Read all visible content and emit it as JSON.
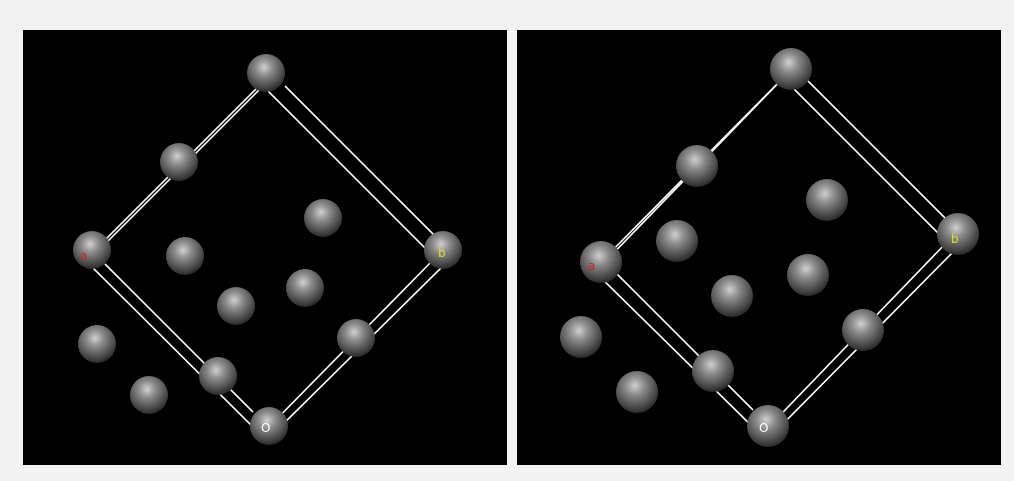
{
  "viewers": [
    {
      "axis_labels": {
        "a": "a",
        "b": "b",
        "origin": "O"
      }
    },
    {
      "axis_labels": {
        "a": "a",
        "b": "b",
        "origin": "O"
      }
    }
  ],
  "colors": {
    "background": "#000000",
    "page": "#f2f2f2",
    "cell_edge": "#ffffff",
    "axis_a": "#cc2222",
    "axis_b": "#dddd22",
    "axis_origin": "#ffffff",
    "atom": "#808080"
  },
  "atom_style": "grey shaded sphere"
}
